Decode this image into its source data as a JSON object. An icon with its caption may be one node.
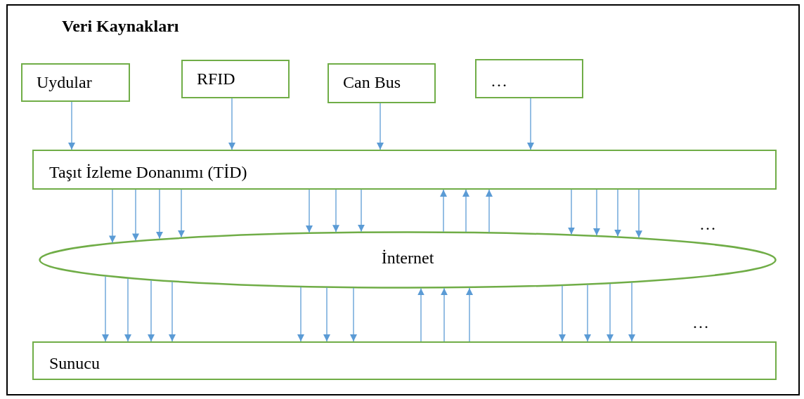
{
  "diagram": {
    "title": "Veri Kaynakları",
    "nodes": [
      {
        "text": [
          "Uydular"
        ]
      },
      {
        "text": [
          "RFID"
        ]
      },
      {
        "text": [
          "Can Bus"
        ]
      },
      {
        "text": [
          "…"
        ]
      },
      {
        "text": [
          "Taşıt İzleme Donanımı (TİD)"
        ]
      },
      {
        "text": [
          "İnternet"
        ]
      },
      {
        "text": [
          "Sunucu"
        ]
      }
    ],
    "edges": [
      {
        "from": 0,
        "to": 4,
        "arrow": "to"
      },
      {
        "from": 1,
        "to": 4,
        "arrow": "to"
      },
      {
        "from": 2,
        "to": 4,
        "arrow": "to"
      },
      {
        "from": 3,
        "to": 4,
        "arrow": "to"
      },
      {
        "from": 4,
        "to": 5,
        "arrow": "to"
      },
      {
        "from": 4,
        "to": 5,
        "arrow": "to"
      },
      {
        "from": 4,
        "to": 5,
        "arrow": "to"
      },
      {
        "from": 4,
        "to": 5,
        "arrow": "to"
      },
      {
        "from": 4,
        "to": 5,
        "arrow": "to"
      },
      {
        "from": 4,
        "to": 5,
        "arrow": "to"
      },
      {
        "from": 4,
        "to": 5,
        "arrow": "to"
      },
      {
        "from": 5,
        "to": 4,
        "arrow": "to"
      },
      {
        "from": 5,
        "to": 4,
        "arrow": "to"
      },
      {
        "from": 5,
        "to": 4,
        "arrow": "to"
      },
      {
        "from": 4,
        "to": 5,
        "arrow": "to"
      },
      {
        "from": 4,
        "to": 5,
        "arrow": "to"
      },
      {
        "from": 4,
        "to": 5,
        "arrow": "to"
      },
      {
        "from": 4,
        "to": 5,
        "arrow": "to"
      },
      {
        "from": 5,
        "to": 6,
        "arrow": "to"
      },
      {
        "from": 5,
        "to": 6,
        "arrow": "to"
      },
      {
        "from": 5,
        "to": 6,
        "arrow": "to"
      },
      {
        "from": 5,
        "to": 6,
        "arrow": "to"
      },
      {
        "from": 5,
        "to": 6,
        "arrow": "to"
      },
      {
        "from": 5,
        "to": 6,
        "arrow": "to"
      },
      {
        "from": 5,
        "to": 6,
        "arrow": "to"
      },
      {
        "from": 6,
        "to": 5,
        "arrow": "to"
      },
      {
        "from": 6,
        "to": 5,
        "arrow": "to"
      },
      {
        "from": 6,
        "to": 5,
        "arrow": "to"
      },
      {
        "from": 5,
        "to": 6,
        "arrow": "to"
      },
      {
        "from": 5,
        "to": 6,
        "arrow": "to"
      },
      {
        "from": 5,
        "to": 6,
        "arrow": "to"
      },
      {
        "from": 5,
        "to": 6,
        "arrow": "to"
      }
    ],
    "labels": [
      "…",
      "…"
    ]
  }
}
